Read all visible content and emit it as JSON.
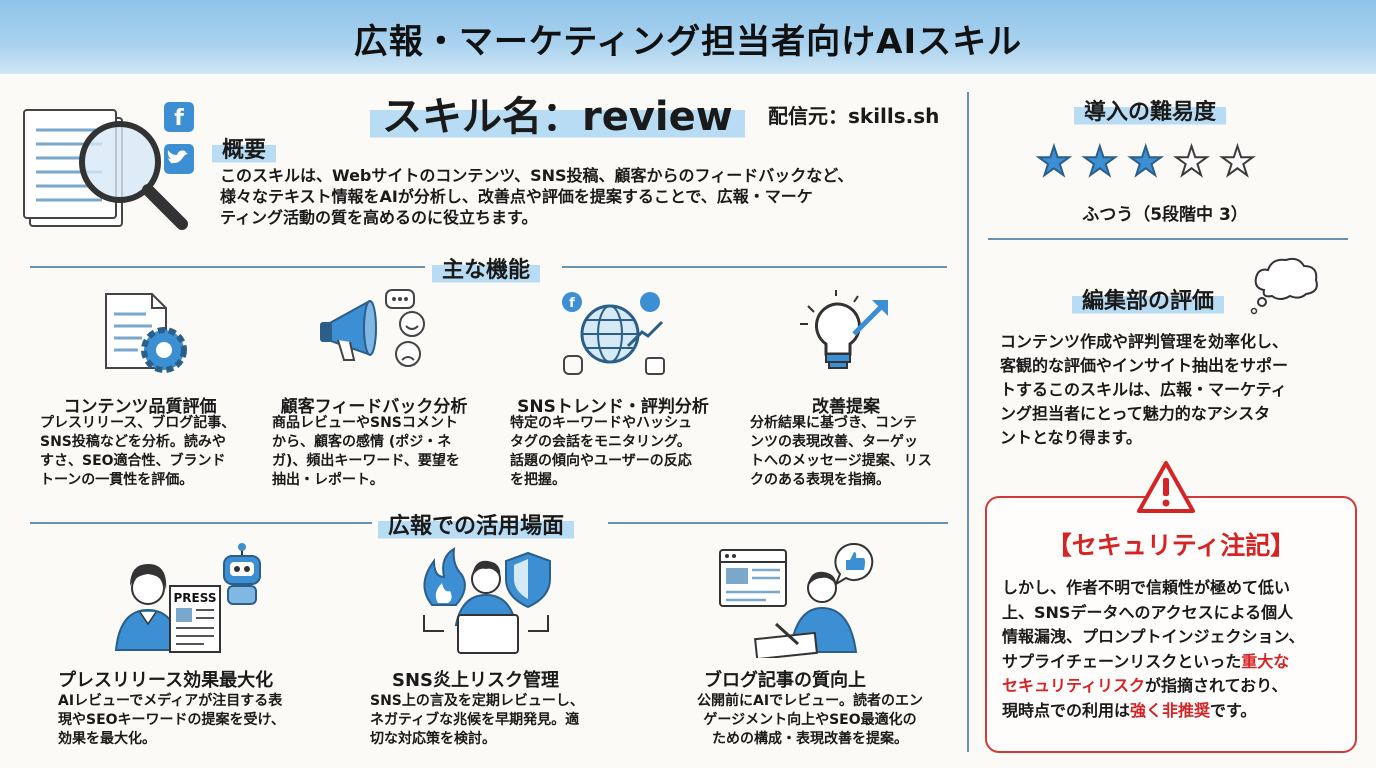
{
  "header": {
    "title": "広報・マーケティング担当者向けAIスキル"
  },
  "skill": {
    "name": "スキル名：review",
    "source": "配信元：skills.sh"
  },
  "overview": {
    "heading": "概要",
    "lines": [
      "このスキルは、Webサイトのコンテンツ、SNS投稿、顧客からのフィードバックなど、",
      "様々なテキスト情報をAIが分析し、改善点や評価を提案することで、広報・マーケ",
      "ティング活動の質を高めるのに役立ちます。"
    ]
  },
  "features": {
    "heading": "主な機能",
    "items": [
      {
        "icon": "document-gear-icon",
        "title": "コンテンツ品質評価",
        "lines": [
          "プレスリリース、ブログ記事、",
          "SNS投稿などを分析。読みや",
          "すさ、SEO適合性、ブランド",
          "トーンの一貫性を評価。"
        ]
      },
      {
        "icon": "megaphone-icon",
        "title": "顧客フィードバック分析",
        "lines": [
          "商品レビューやSNSコメント",
          "から、顧客の感情 (ポジ・ネ",
          "ガ)、頻出キーワード、要望を",
          "抽出・レポート。"
        ]
      },
      {
        "icon": "globe-network-icon",
        "title": "SNSトレンド・評判分析",
        "lines": [
          "特定のキーワードやハッシュ",
          "タグの会話をモニタリング。",
          "話題の傾向やユーザーの反応",
          "を把握。"
        ]
      },
      {
        "icon": "lightbulb-icon",
        "title": "改善提案",
        "lines": [
          "分析結果に基づき、コンテ",
          "ンツの表現改善、ターゲッ",
          "トへのメッセージ提案、リス",
          "クのある表現を指摘。"
        ]
      }
    ]
  },
  "scenes": {
    "heading": "広報での活用場面",
    "items": [
      {
        "icon": "press-robot-icon",
        "press_label": "PRESS",
        "title": "プレスリリース効果最大化",
        "lines": [
          "AIレビューでメディアが注目する表",
          "現やSEOキーワードの提案を受け、",
          "効果を最大化。"
        ]
      },
      {
        "icon": "fire-shield-icon",
        "title": "SNS炎上リスク管理",
        "lines": [
          "SNS上の言及を定期レビューし、",
          "ネガティブな兆候を早期発見。適",
          "切な対応策を検討。"
        ]
      },
      {
        "icon": "blog-writer-icon",
        "title": "ブログ記事の質向上",
        "lines": [
          "公開前にAIでレビュー。読者のエン",
          "ゲージメント向上やSEO最適化の",
          "ための構成・表現改善を提案。"
        ]
      }
    ]
  },
  "difficulty": {
    "heading": "導入の難易度",
    "rating": 3,
    "max": 5,
    "label": "ふつう（5段階中 3）"
  },
  "editorial": {
    "heading": "編集部の評価",
    "lines": [
      "コンテンツ作成や評判管理を効率化し、",
      "客観的な評価やインサイト抽出をサポー",
      "トするこのスキルは、広報・マーケティ",
      "ング担当者にとって魅力的なアシスタ",
      "ントとなり得ます。"
    ]
  },
  "security": {
    "heading": "【セキュリティ注記】",
    "line1": "しかし、作者不明で信頼性が極めて低い",
    "line2": "上、SNSデータへのアクセスによる個人",
    "line3": "情報漏洩、プロンプトインジェクション、",
    "line4_pre": "サプライチェーンリスクといった",
    "line4_red": "重大な",
    "line5_red": "セキュリティリスク",
    "line5_post": "が指摘されており、",
    "line6_pre": "現時点での利用は",
    "line6_red": "強く非推奨",
    "line6_post": "です。"
  },
  "colors": {
    "accent": "#3d8fd3",
    "highlight": "#b8dcf3",
    "warning": "#d62424",
    "divider": "#3b6f9a"
  }
}
